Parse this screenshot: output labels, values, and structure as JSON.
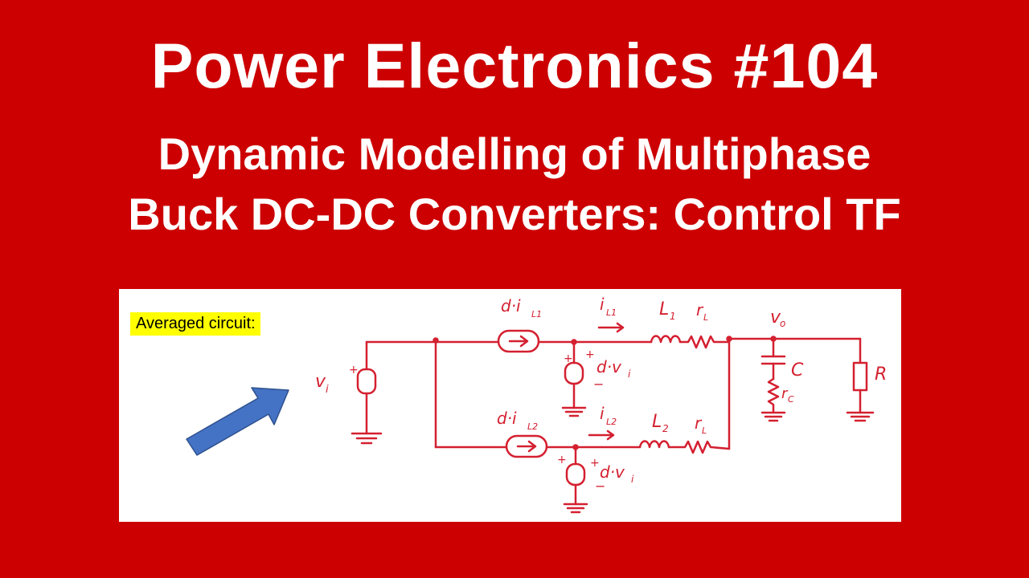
{
  "header": {
    "title": "Power Electronics #104",
    "subtitle_line1": "Dynamic Modelling of Multiphase",
    "subtitle_line2": "Buck DC-DC Converters: Control TF"
  },
  "diagram": {
    "label": "Averaged circuit:",
    "annotations": {
      "vi": "v",
      "vi_sub": "i",
      "src1": "d·i",
      "src1_sub": "L1",
      "src2": "d·i",
      "src2_sub": "L2",
      "il1": "i",
      "il1_sub": "L1",
      "il2": "i",
      "il2_sub": "L2",
      "L1": "L",
      "L1_sub": "1",
      "L2": "L",
      "L2_sub": "2",
      "rL1": "r",
      "rL1_sub": "L",
      "rL2": "r",
      "rL2_sub": "L",
      "vo": "v",
      "vo_sub": "o",
      "C": "C",
      "rC": "r",
      "rC_sub": "C",
      "R": "R",
      "dv1": "d·v",
      "dv1_sub": "i",
      "dv2": "d·v",
      "dv2_sub": "i",
      "plus": "+",
      "minus": "−"
    },
    "colors": {
      "wire": "#d42030",
      "arrow_fill": "#4472c4",
      "arrow_stroke": "#2f528f",
      "label_highlight": "#ffff00"
    }
  }
}
